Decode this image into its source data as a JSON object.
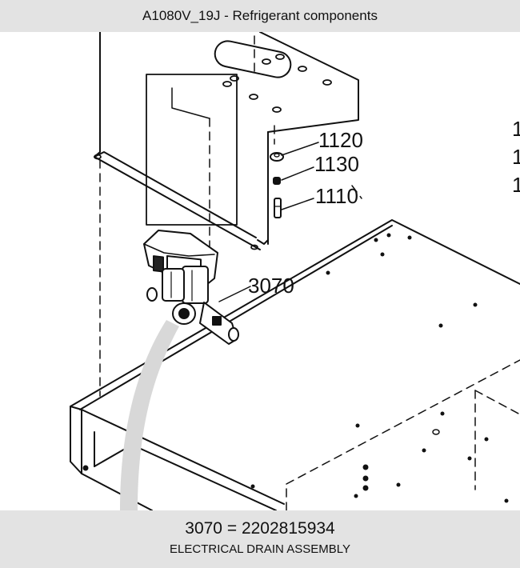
{
  "header": {
    "title": "A1080V_19J - Refrigerant components"
  },
  "diagram": {
    "callouts": {
      "c1120": "1120",
      "c1130": "1130",
      "c1110": "1110",
      "c3070": "3070",
      "edge1": "1",
      "edge2": "1",
      "edge3": "1"
    }
  },
  "footer": {
    "part_number": "3070",
    "equals": "=",
    "article_number": "2202815934",
    "description": "ELECTRICAL DRAIN ASSEMBLY"
  }
}
